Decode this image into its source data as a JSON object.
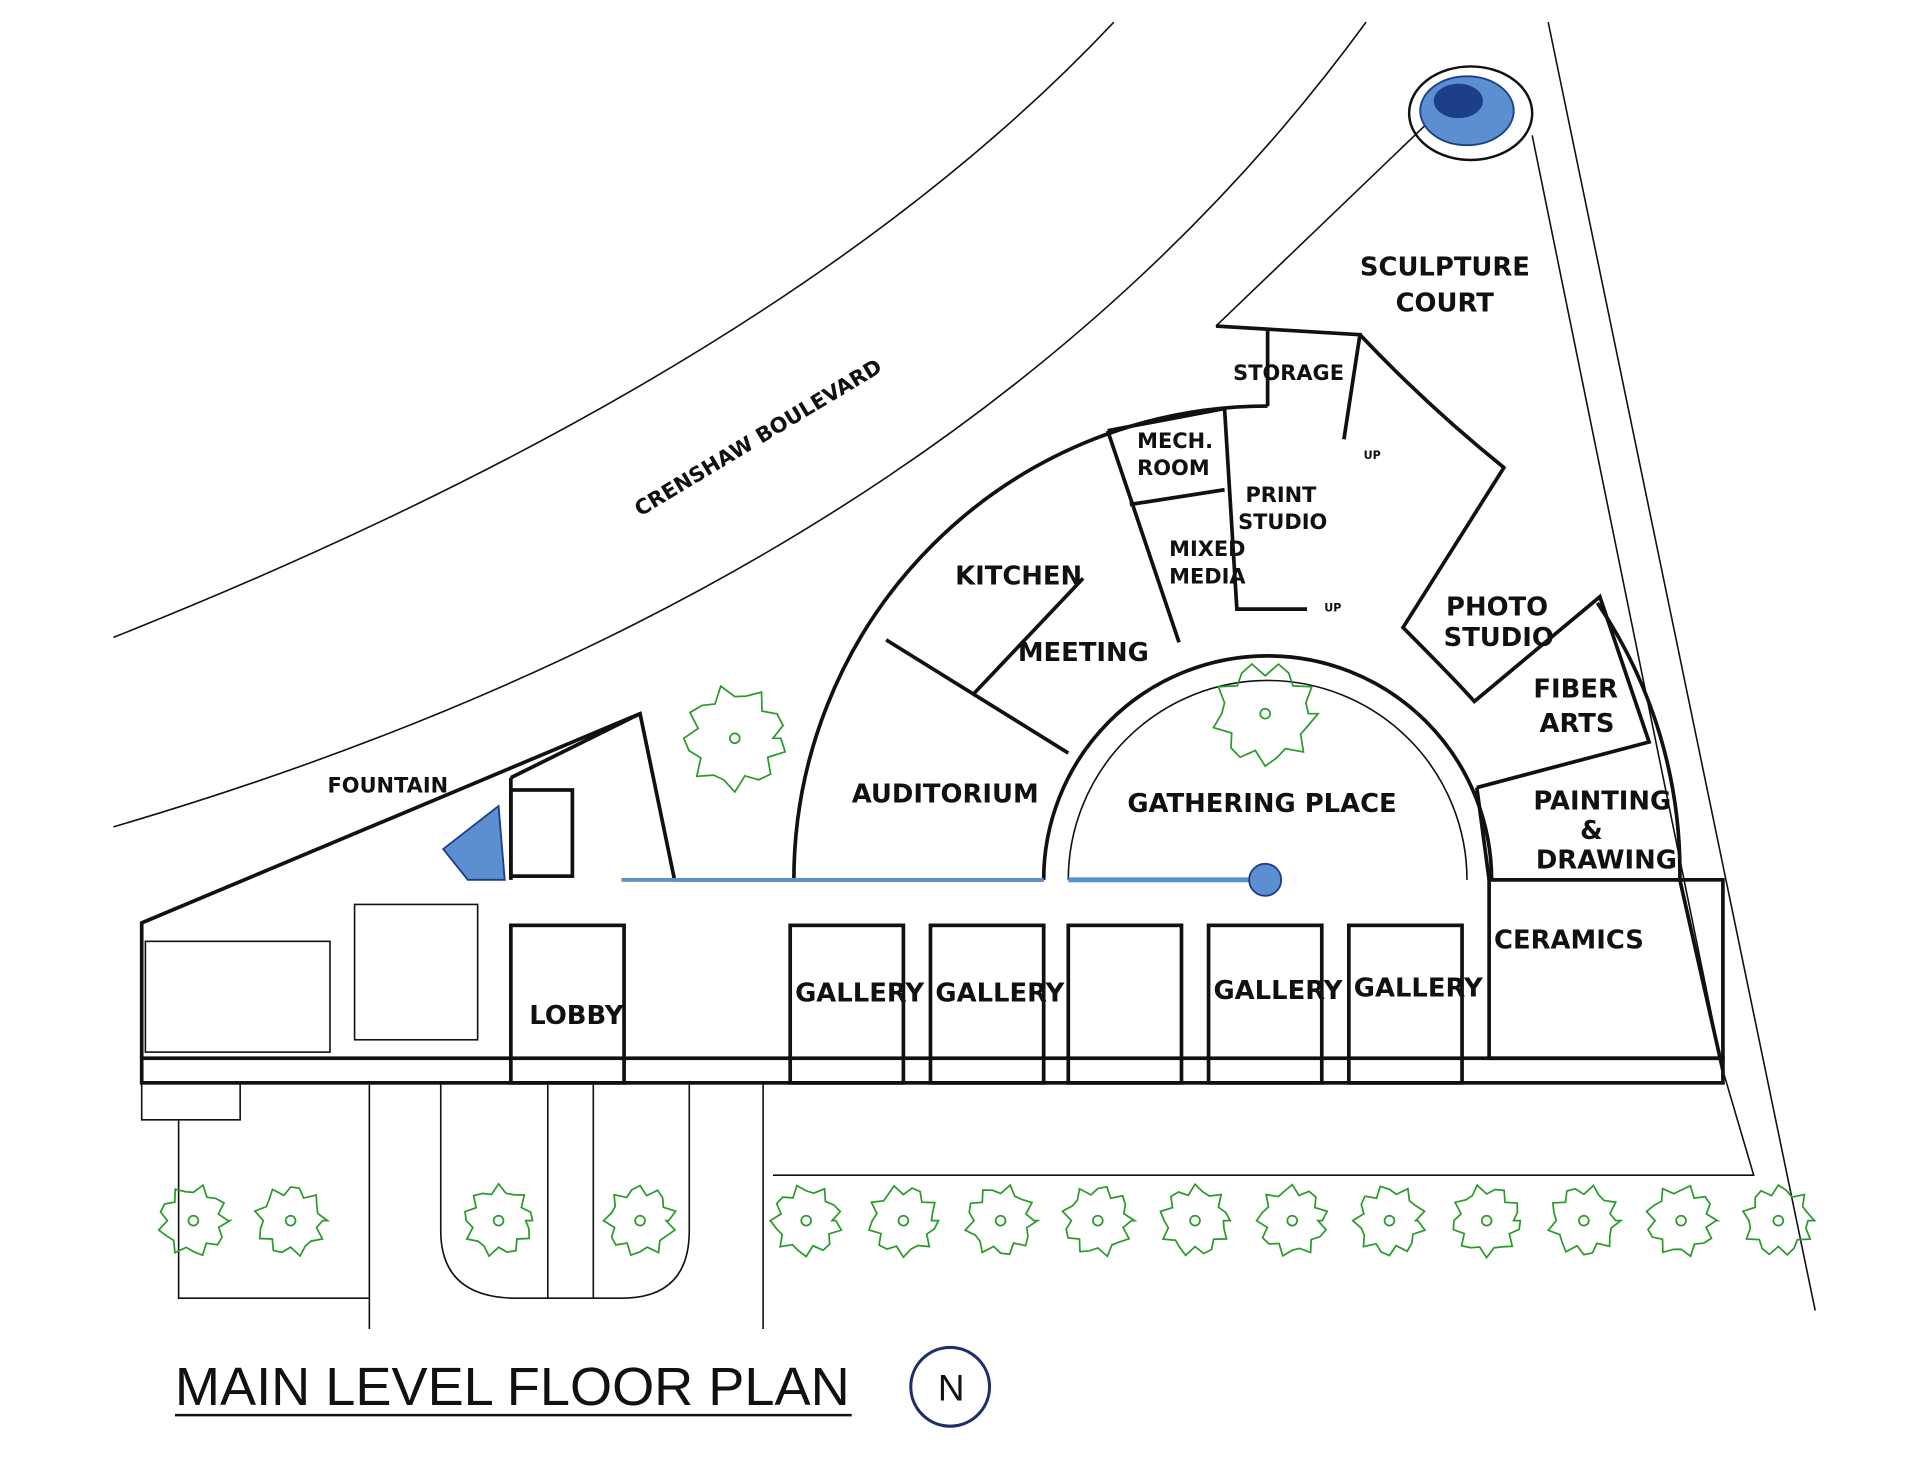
{
  "title": "MAIN LEVEL FLOOR PLAN",
  "north_label": "N",
  "street": "CRENSHAW BOULEVARD",
  "rooms": {
    "sculpture_court": [
      "SCULPTURE",
      "COURT"
    ],
    "storage": "STORAGE",
    "mech_room": [
      "MECH.",
      "ROOM"
    ],
    "print_studio": [
      "PRINT",
      "STUDIO"
    ],
    "mixed_media": [
      "MIXED",
      "MEDIA"
    ],
    "kitchen": "KITCHEN",
    "meeting": "MEETING",
    "photo_studio": [
      "PHOTO",
      "STUDIO"
    ],
    "fiber_arts": [
      "FIBER",
      "ARTS"
    ],
    "painting_drawing": [
      "PAINTING",
      "&",
      "DRAWING"
    ],
    "auditorium": "AUDITORIUM",
    "gathering_place": "GATHERING PLACE",
    "fountain": "FOUNTAIN",
    "ceramics": "CERAMICS",
    "lobby": "LOBBY",
    "gallery": "GALLERY",
    "up": "UP"
  },
  "colors": {
    "water": "#5b8fd0",
    "trees": "#2a9a2a",
    "walls": "#111111"
  }
}
